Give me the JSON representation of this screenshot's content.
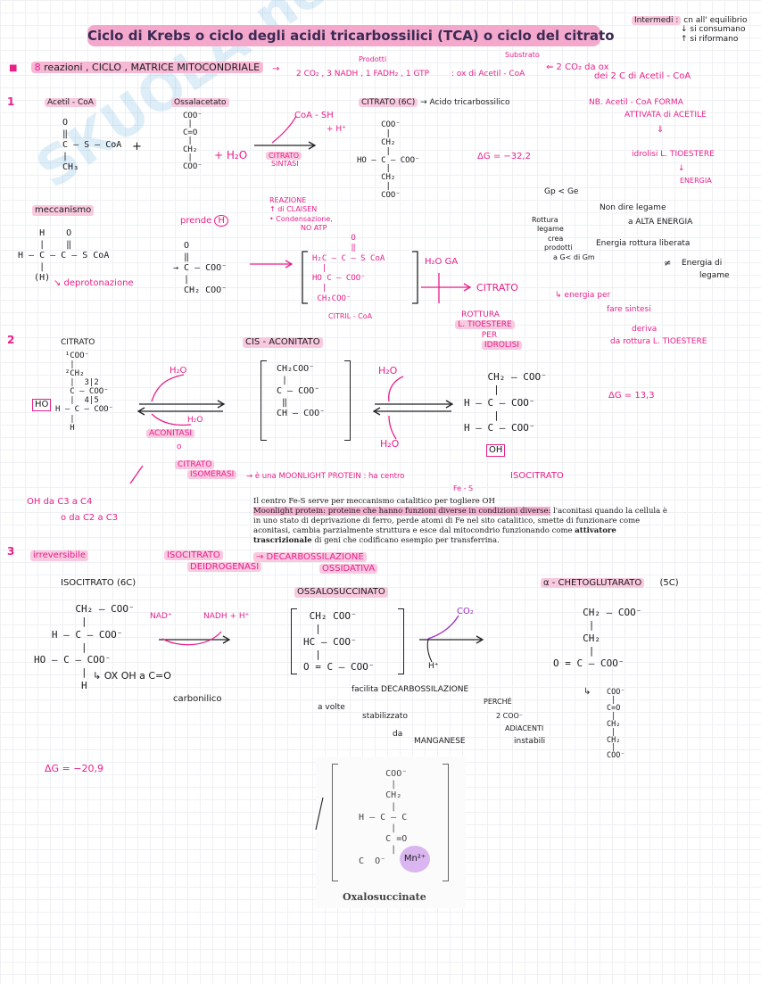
{
  "title": "Ciclo di Krebs o ciclo degli acidi tricarbossilici (TCA) o ciclo del citrato",
  "watermark": "SKUOLA.net",
  "intermedi_note": {
    "label": "Intermedi :",
    "l1": "cn all' equilibrio",
    "l2": "↓ si consumano",
    "l3": "↑ si riformano"
  },
  "overview": {
    "bullet": "8",
    "text": "reazioni , CICLO , MATRICE MITOCONDRIALE",
    "arrow": "→",
    "prodotti_label": "Prodotti",
    "products": "2 CO₂ , 3 NADH , 1 FADH₂ , 1 GTP",
    "substrate_label": "Substrato",
    "ox_text": ": ox di Acetil - CoA",
    "co2_text": "⇐ 2 CO₂ da ox",
    "co2_text2": "dei 2 C di Acetil - CoA"
  },
  "step1": {
    "num": "1",
    "acetil_label": "Acetil - CoA",
    "acetil_struct": "  O\n  ‖\n  C — S — CoA\n  |\n  CH₃",
    "plus": "+",
    "ossalacetato_label": "Ossalacetato",
    "ossal_struct": "COO⁻\n |\nC=O\n |\nCH₂\n |\nCOO⁻",
    "h2o": "+ H₂O",
    "coa_sh": "CoA - SH",
    "hplus": "+ H⁺",
    "enzyme1": "CITRATO",
    "enzyme2": "SINTASI",
    "reazione": "REAZIONE",
    "claisen": "↑ di CLAISEN",
    "condensazione": "• Condensazione,",
    "no_atp": "NO ATP",
    "citrato_label": "CITRATO (6C)",
    "acido_label": "→ Acido tricarbossilico",
    "citrato_struct": "     COO⁻\n      |\n     CH₂\n      |\nHO — C — COO⁻\n      |\n     CH₂\n      |\n     COO⁻",
    "dg": "ΔG = −32,2",
    "meccanismo": "meccanismo",
    "mech_struct": "    H    O\n    |    ‖\nH — C — C — S CoA\n    |\n   (H)",
    "deprotonazione": "↘ deprotonazione",
    "prende": "prende",
    "prende_h": "H",
    "mech2_struct": "  O\n  ‖\n→ C — COO⁻\n  |\n  CH₂ COO⁻",
    "intermediate_struct": "        O\n        ‖\nH₂C — C — S CoA\n  |\nHO C — COO⁻\n  |\n CH₂COO⁻",
    "citril": "CITRIL - CoA",
    "h2o_ga": "H₂O  GA",
    "citrato": "CITRATO",
    "rottura": "ROTTURA",
    "l_tioestere": "L. TIOESTERE",
    "per": "PER",
    "idrolisi": "IDROLISI"
  },
  "notes_right": {
    "nb": "NB.  Acetil - CoA  FORMA",
    "attivata": "ATTIVATA  di ACETILE",
    "arrow_down": "⇓",
    "idrolisi": "idrolisi L. TIOESTERE",
    "arrow2": "↓",
    "energia": "ENERGIA",
    "gp_ge": "Gp < Ge",
    "rottura": "Rottura",
    "legame": "legame",
    "crea": "crea",
    "prodotti": "prodotti",
    "non_dire": "Non dire legame",
    "alta_energia": "a ALTA ENERGIA",
    "energia_rottura": "Energia rottura liberata",
    "neq": "≠",
    "energia_di": "Energia di",
    "legame2": "legame",
    "gsmall": "a G< di Gm",
    "energia_per": "↳ energia per",
    "fare_sintesi": "fare sintesi",
    "deriva": "deriva",
    "da_rottura": "da rottura L. TIOESTERE"
  },
  "step2": {
    "num": "2",
    "citrato_label": "CITRATO",
    "citrato_struct": "  ¹COO⁻\n   |\n  ²CH₂\n   |  3|2\n   C — COO⁻\n   |  4|5\nH — C — COO⁻\n   |\n   H",
    "ho_box": "HO",
    "h2o_top": "H₂O",
    "h2o_bottom": "H₂O",
    "enzyme": "ACONITASI",
    "o": "o",
    "enzyme_alt1": "CITRATO",
    "enzyme_alt2": "ISOMERASI",
    "cis_label": "CIS - ACONITATO",
    "cis_struct": "CH₂COO⁻\n |\nC — COO⁻\n ‖\nCH — COO⁻",
    "h2o_right_top": "H₂O",
    "h2o_right_bottom": "H₂O",
    "iso_struct": "    CH₂ — COO⁻\n     |\nH — C — COO⁻\n     |\nH — C — COO⁻",
    "oh_box": "OH",
    "isocitrato": "ISOCITRATO",
    "dg": "ΔG = 13,3",
    "oh_shift1": "OH da C3 a C4",
    "oh_shift2": "o da C2 a C3",
    "moonlight": "→ è una MOONLIGHT PROTEIN : ha centro",
    "fe_s": "Fe - S",
    "typed1": "Il centro Fe-S serve per meccanismo catalitico per togliere OH",
    "typed2_hl": "Moonlight protein: proteine che hanno funzioni diverse in condizioni diverse:",
    "typed2_rest": " l'aconitasi quando la cellula è in uno stato di deprivazione di ferro, perde atomi di Fe nel sito catalitico, smette di funzionare come aconitasi, cambia parzialmente struttura e esce dal mitocondrio funzionando come ",
    "typed2_bold": "attivatore trascrizionale",
    "typed2_end": " di geni che codificano esempio per transferrina."
  },
  "step3": {
    "num": "3",
    "irreversibile": "irreversibile",
    "enzyme1": "ISOCITRATO",
    "enzyme2": "DEIDROGENASI",
    "decarb": "→ DECARBOSSILAZIONE",
    "ossidativa": "OSSIDATIVA",
    "isocitrato_label": "ISOCITRATO (6C)",
    "iso_struct": "       CH₂ — COO⁻\n        |\n   H — C — COO⁻\n        |\nHO — C — COO⁻\n        |\n        H",
    "nad": "NAD⁺",
    "nadh": "NADH + H⁺",
    "ox_oh": "↳ OX OH a  C=O",
    "carbonilico": "carbonilico",
    "dg": "ΔG = −20,9",
    "ossalo_label": "OSSALOSUCCINATO",
    "ossalo_struct": " CH₂ COO⁻\n  |\nHC — COO⁻\n  |\nO = C — COO⁻",
    "co2": "CO₂",
    "hplus": "H⁺",
    "facilita": "facilita DECARBOSSILAZIONE",
    "a_volte": "a volte",
    "stabilizzato": "stabilizzato",
    "da": "da",
    "manganese": "MANGANESE",
    "perche": "PERCHÈ",
    "due_coo": "2 COO⁻",
    "adiacenti": "ADIACENTI",
    "instabili": "instabili",
    "akg_label": "α - CHETOGLUTARATO",
    "akg_c": "(5C)",
    "akg_struct": "     CH₂ — COO⁻\n      |\n     CH₂\n      |\nO = C — COO⁻",
    "akg_alt": "COO⁻\n |\nC=O\n |\nCH₂\n |\nCH₂\n |\nCOO⁻",
    "fig_struct": "        COO⁻\n         |\n        CH₂\n         |\n   H — C — C\n         |\n        C =O\n         |\n   C  O⁻",
    "mn": "Mn²⁺",
    "fig_caption": "Oxalosuccinate"
  }
}
